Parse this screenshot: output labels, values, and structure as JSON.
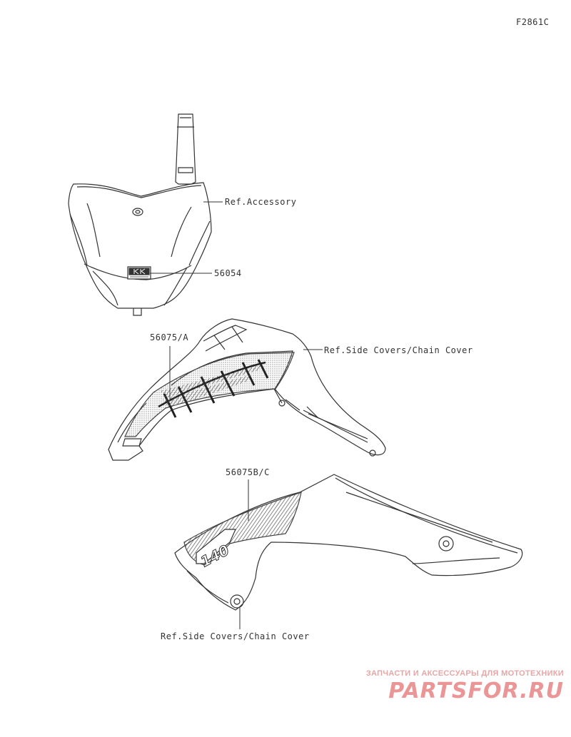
{
  "diagram_code": "F2861C",
  "callouts": {
    "front_plate_ref": "Ref.Accessory",
    "front_plate_emblem": "56054",
    "upper_shroud_part": "56075/A",
    "upper_shroud_ref": "Ref.Side Covers/Chain Cover",
    "lower_cover_part": "56075B/C",
    "lower_cover_ref": "Ref.Side Covers/Chain Cover"
  },
  "watermark": {
    "tagline": "ЗАПЧАСТИ И АКСЕССУАРЫ ДЛЯ МОТОТЕХНИКИ",
    "brand": "PARTSFOR.RU"
  },
  "colors": {
    "line": "#333333",
    "decal": "#555555",
    "watermark": "#e88484"
  }
}
